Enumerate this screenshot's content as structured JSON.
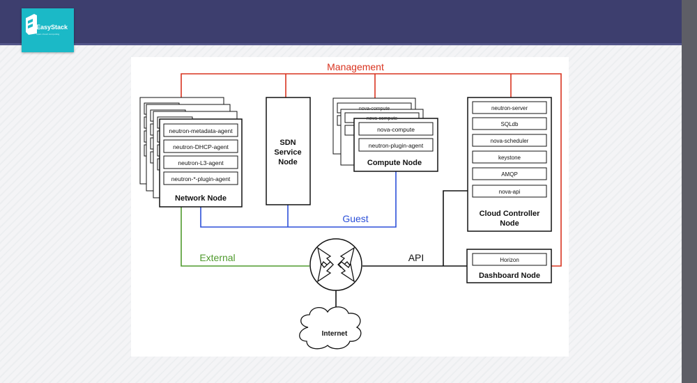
{
  "logo": {
    "name": "EasyStack",
    "tagline": "open cloud computing"
  },
  "diagram": {
    "networks": {
      "management": "Management",
      "guest": "Guest",
      "external": "External",
      "api": "API"
    },
    "network_node": {
      "title": "Network Node",
      "agents": [
        "neutron-metadata-agent",
        "neutron-DHCP-agent",
        "neutron-L3-agent",
        "neutron-*-plugin-agent"
      ]
    },
    "sdn_node": {
      "line1": "SDN",
      "line2": "Service",
      "line3": "Node"
    },
    "compute_node": {
      "title": "Compute Node",
      "services": [
        "nova-compute",
        "neutron-plugin-agent"
      ],
      "back_labels": [
        "nova-compute",
        "nova-compute"
      ]
    },
    "controller_node": {
      "title_line1": "Cloud Controller",
      "title_line2": "Node",
      "services": [
        "neutron-server",
        "SQLdb",
        "nova-scheduler",
        "keystone",
        "AMQP",
        "nova-api"
      ]
    },
    "dashboard_node": {
      "title": "Dashboard Node",
      "service": "Horizon"
    },
    "internet": "Internet"
  },
  "colors": {
    "management": "#d9331f",
    "guest": "#2b4fd8",
    "external": "#4f9a2d",
    "api": "#111111",
    "header": "#3d3e6e",
    "logo": "#1bb9c7"
  }
}
